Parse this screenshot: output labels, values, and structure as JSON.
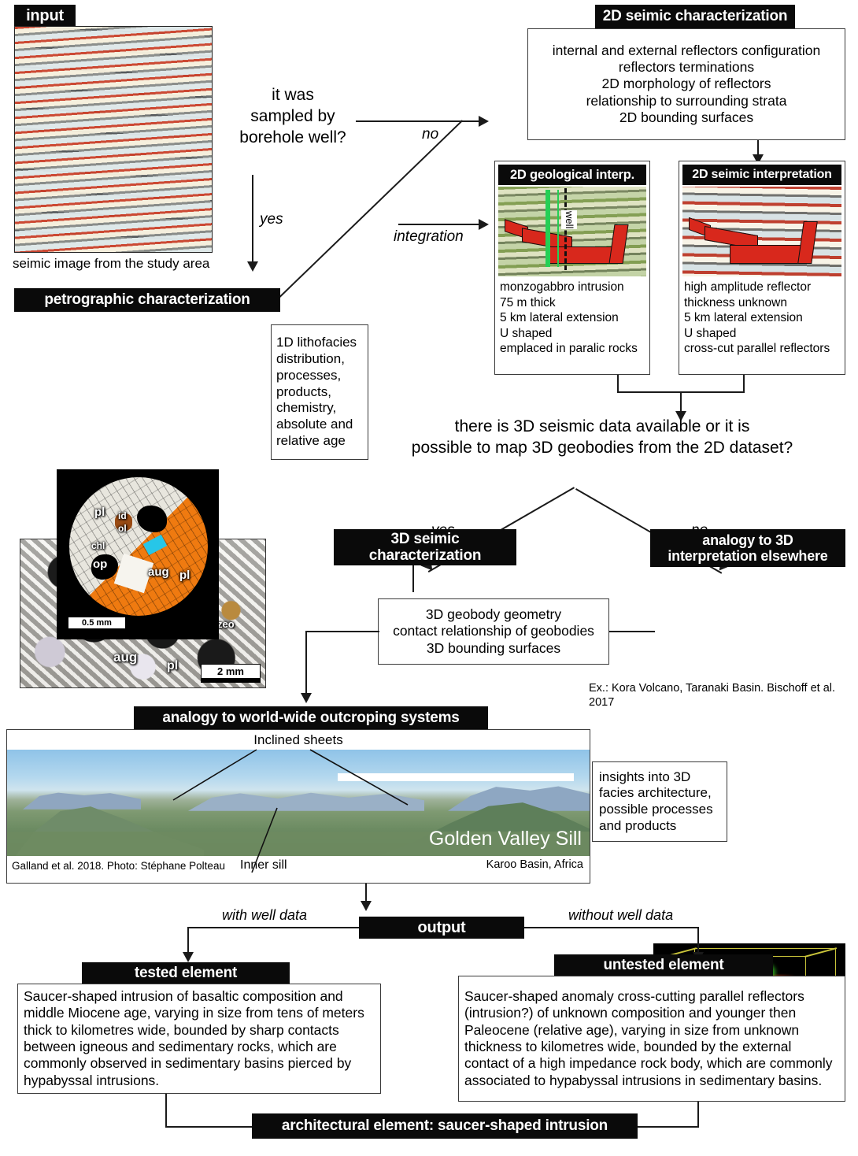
{
  "input": {
    "banner": "input",
    "caption": "seimic image from the study area"
  },
  "decision1": {
    "question": "it was sampled by borehole well?",
    "lines": [
      "it was",
      "sampled by",
      "borehole well?"
    ],
    "label_no": "no",
    "label_yes": "yes",
    "label_integration": "integration"
  },
  "seismic2d": {
    "banner": "2D seimic characterization",
    "items": [
      "internal and external reflectors configuration",
      "reflectors terminations",
      "2D morphology of reflectors",
      "relationship to surrounding strata",
      "2D bounding surfaces"
    ]
  },
  "geological_interp": {
    "banner": "2D geological interp.",
    "well_label": "well",
    "items": [
      "monzogabbro intrusion",
      "75 m thick",
      "5 km lateral extension",
      "U shaped",
      "emplaced in paralic rocks"
    ]
  },
  "seismic_interp": {
    "banner": "2D seimic interpretation",
    "items": [
      "high amplitude reflector",
      "thickness unknown",
      "5 km lateral extension",
      "U shaped",
      "cross-cut parallel reflectors"
    ]
  },
  "petrographic": {
    "banner": "petrographic characterization",
    "labels_top": [
      "chl",
      "zeo",
      "aug",
      "pl"
    ],
    "scale_top": "2 mm",
    "labels_bottom": [
      "pl",
      "id",
      "ol",
      "chl",
      "op",
      "aug",
      "pl"
    ],
    "scale_bottom": "0.5 mm",
    "side_box": "1D lithofacies distribution, processes, products, chemistry, absolute and relative age"
  },
  "decision2": {
    "lines": [
      "there is 3D seismic data available or it is",
      "possible to map 3D geobodies from the 2D dataset?"
    ],
    "label_yes": "yes",
    "label_no": "no"
  },
  "seismic3d": {
    "banner": "3D seimic characterization"
  },
  "analogy3d": {
    "banner_lines": [
      "analogy to 3D",
      "interpretation elsewhere"
    ],
    "caption": "Ex.: Kora Volcano, Taranaki Basin. Bischoff et al. 2017"
  },
  "geobody": {
    "items": [
      "3D geobody geometry",
      "contact relationship of geobodies",
      "3D bounding surfaces"
    ]
  },
  "outcrop": {
    "banner": "analogy to world-wide outcroping systems",
    "label_inclined": "Inclined sheets",
    "label_inner": "Inner sill",
    "overlay_title": "Golden Valley Sill",
    "credit": "Galland et al. 2018. Photo: Stéphane Polteau",
    "location": "Karoo Basin, Africa",
    "side_box": "insights into 3D facies architecture, possible processes and products"
  },
  "output": {
    "banner": "output",
    "label_with": "with well data",
    "label_without": "without well data"
  },
  "tested": {
    "banner": "tested element",
    "text": "Saucer-shaped intrusion of basaltic composition and middle Miocene age, varying in size from tens of meters thick to kilometres wide, bounded by sharp contacts between igneous and sedimentary rocks, which are commonly observed in sedimentary basins pierced by hypabyssal intrusions."
  },
  "untested": {
    "banner": "untested element",
    "text": "Saucer-shaped anomaly cross-cutting parallel reflectors (intrusion?) of unknown composition and younger then Paleocene (relative age), varying in size from unknown thickness to kilometres wide, bounded by the external contact of a high impedance rock body, which are commonly associated to hypabyssal intrusions in sedimentary basins."
  },
  "final": {
    "banner": "architectural element: saucer-shaped intrusion"
  },
  "colors": {
    "banner_bg": "#0a0a0a",
    "box_border": "#3a3a3a",
    "line": "#1a1a1a",
    "sill_red": "#d8281c",
    "voxel_green": "#33cc22"
  }
}
